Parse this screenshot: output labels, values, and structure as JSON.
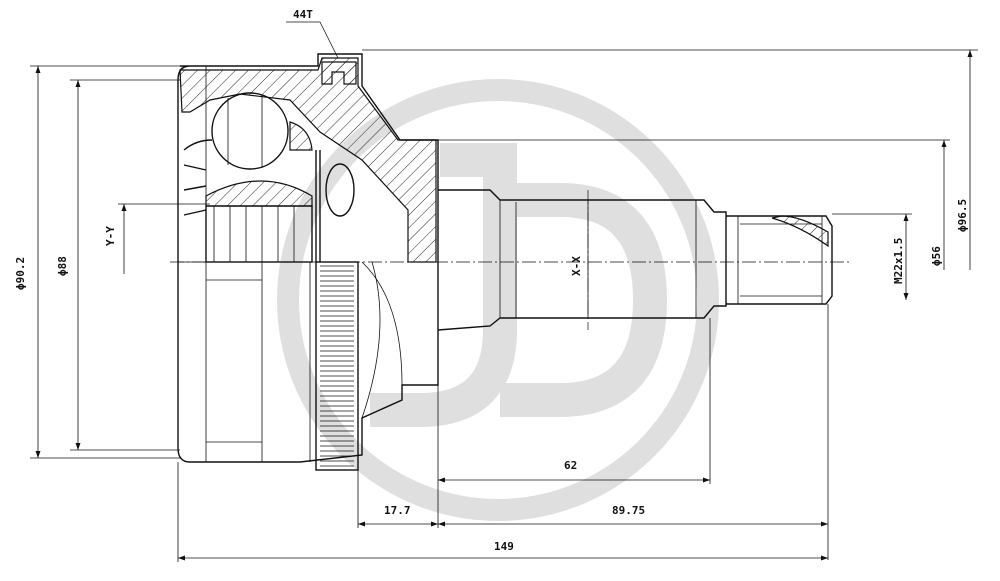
{
  "drawing": {
    "teeth_label": "44T",
    "section_y_label": "Y-Y",
    "section_x_label": "X-X",
    "dims": {
      "outer_dia": "ϕ90.2",
      "bell_dia": "ϕ88",
      "ring_dia": "ϕ96.5",
      "seal_dia": "ϕ56",
      "thread": "M22x1.5",
      "spline_len": "62",
      "ring_width": "17.7",
      "stem_len": "89.75",
      "total_len": "149"
    },
    "watermark": "JD",
    "colors": {
      "line": "#111111",
      "watermark": "#d9d9d9"
    }
  }
}
